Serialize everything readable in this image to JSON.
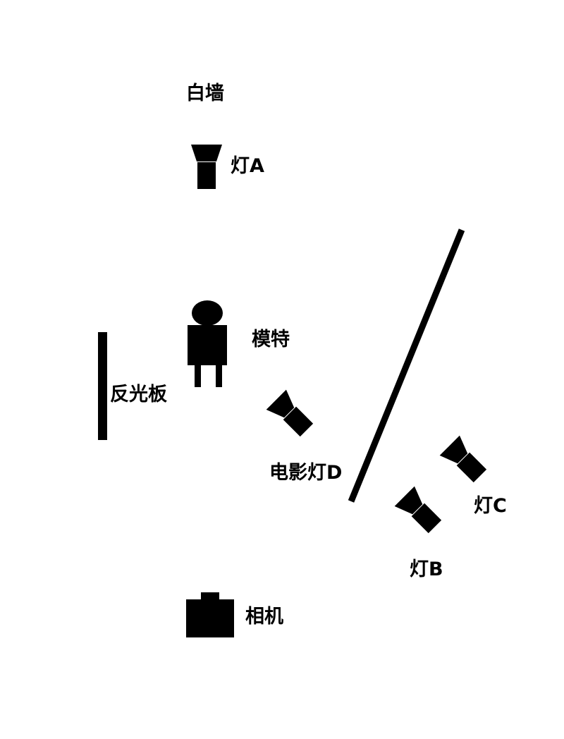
{
  "diagram": {
    "background": "#ffffff",
    "ink": "#000000",
    "labels": {
      "white_wall": "白墙",
      "light_a": "灯A",
      "model": "模特",
      "reflector": "反光板",
      "cinema_light_d": "电影灯D",
      "light_c": "灯C",
      "light_b": "灯B",
      "camera": "相机"
    }
  }
}
